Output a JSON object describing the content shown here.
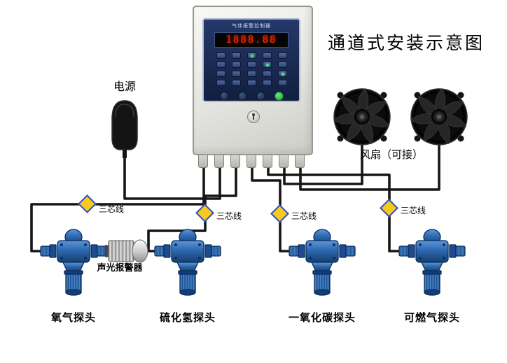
{
  "title": "通道式安装示意图",
  "controller": {
    "panel_title": "气体报警控制器",
    "display_value": "1888.88"
  },
  "power": {
    "label": "电源"
  },
  "fans": {
    "label": "风扇（可接）"
  },
  "alarm": {
    "label": "声光报警器"
  },
  "wires": {
    "labels": [
      "三芯线",
      "三芯线",
      "三芯线",
      "三芯线"
    ]
  },
  "detectors": [
    {
      "label": "氧气探头"
    },
    {
      "label": "硫化氢探头"
    },
    {
      "label": "一氧化碳探头"
    },
    {
      "label": "可燃气探头"
    }
  ],
  "colors": {
    "wire": "#161616",
    "detector_blue": "#2d68b0",
    "diamond_yellow": "#f7c91e",
    "diamond_border": "#2b50c8",
    "led_red": "#ff2b00",
    "panel_navy": "#1a2c55"
  }
}
